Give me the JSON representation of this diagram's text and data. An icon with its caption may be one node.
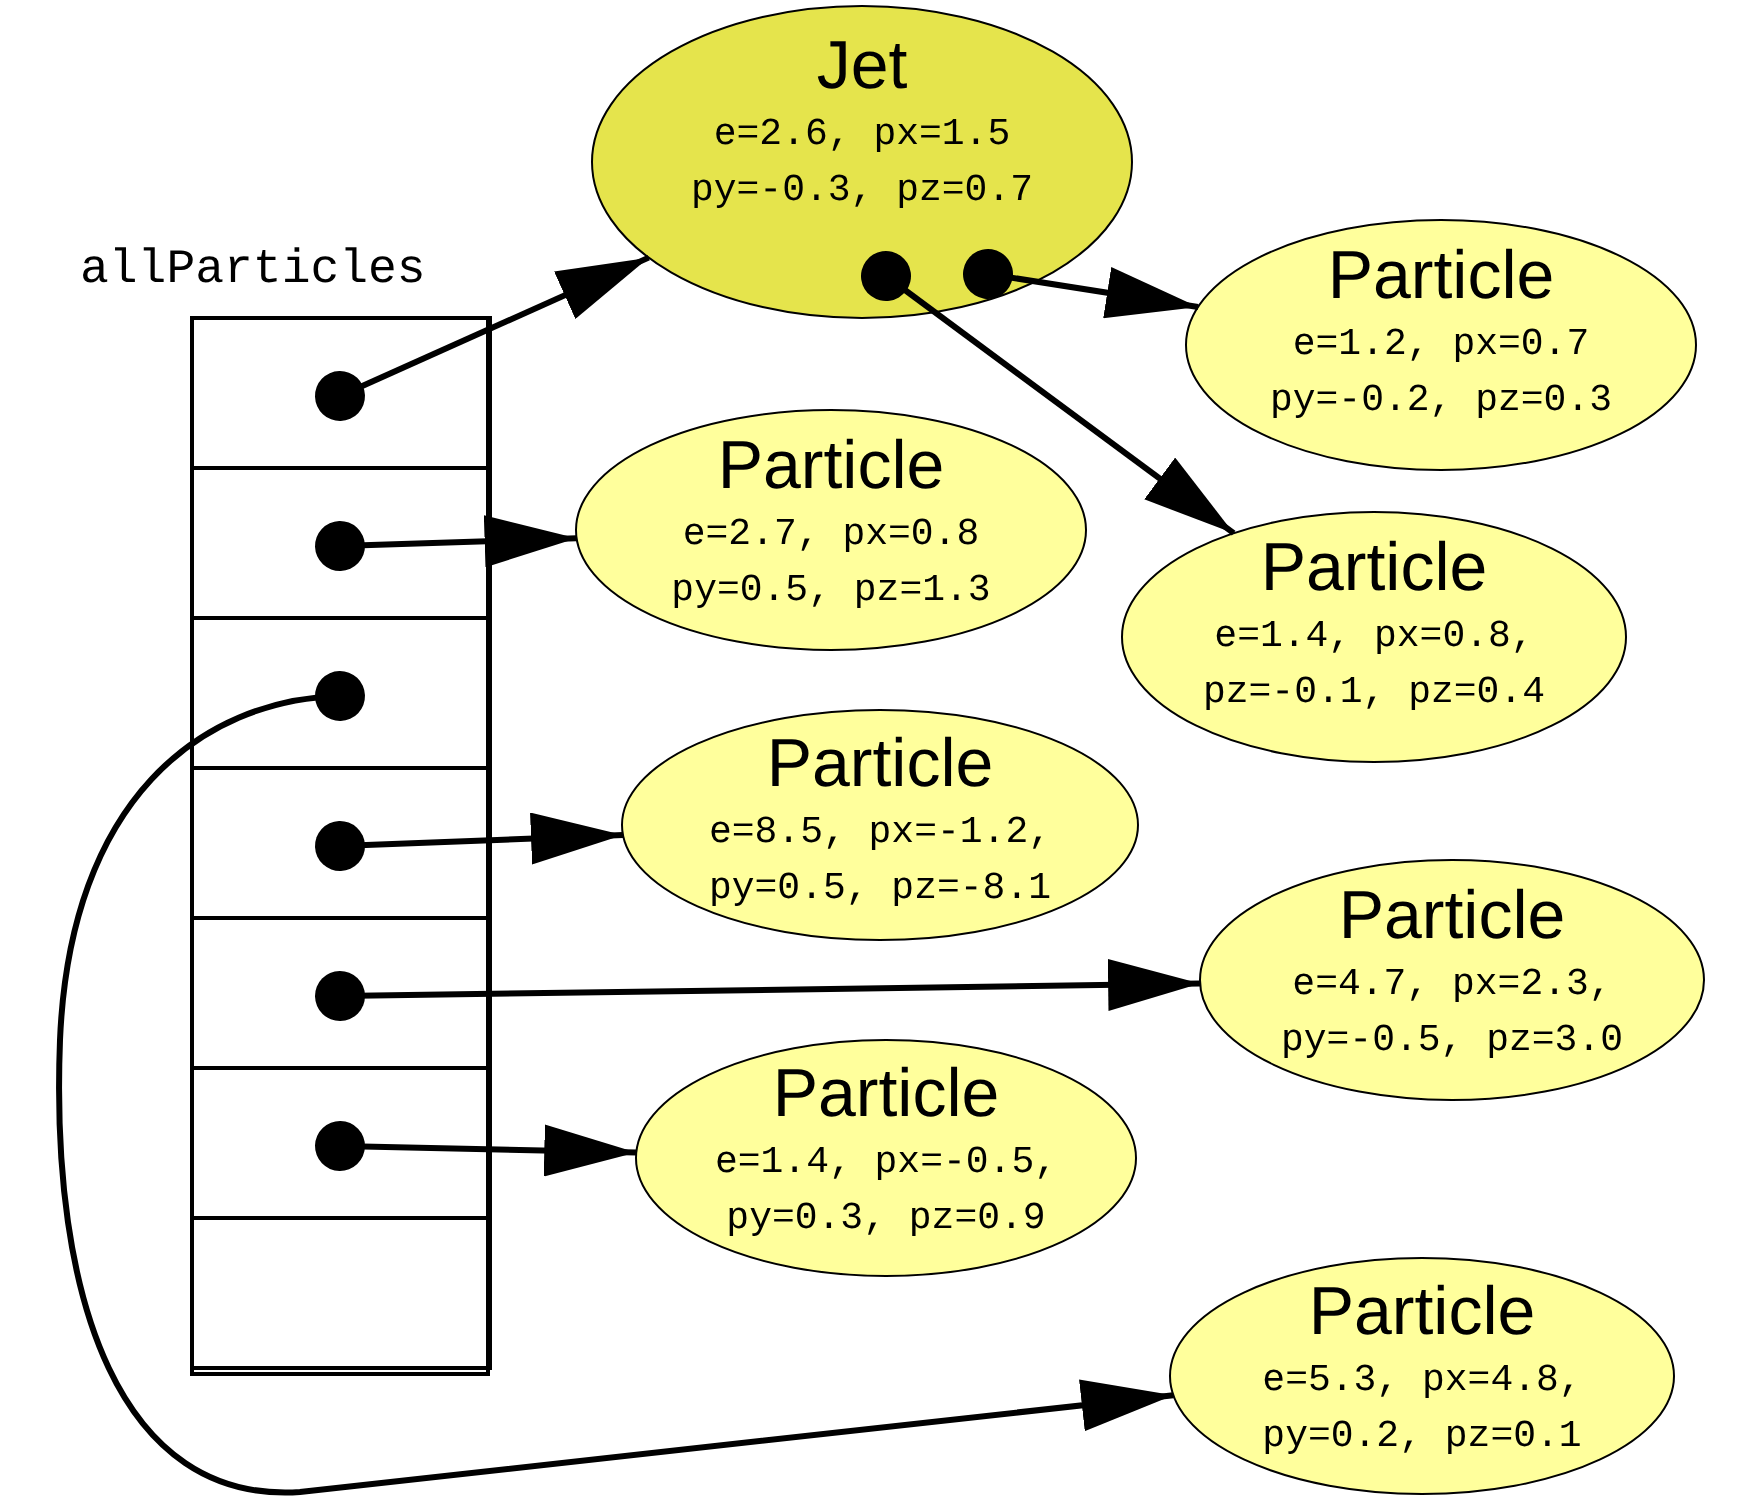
{
  "diagram": {
    "nodes": [
      {
        "text": [
          "allParticles"
        ]
      },
      {
        "text": [],
        "shape": "box",
        "in": 0
      },
      {
        "text": [],
        "shape": "box",
        "in": 0
      },
      {
        "text": [],
        "shape": "box",
        "in": 0
      },
      {
        "text": [],
        "shape": "box",
        "in": 0
      },
      {
        "text": [],
        "shape": "box",
        "in": 0
      },
      {
        "text": [],
        "shape": "box",
        "in": 0
      },
      {
        "text": [],
        "shape": "box",
        "in": 0
      },
      {
        "text": [
          "Jet",
          "e=2.6, px=1.5 py=-0.3, pz=0.7"
        ]
      },
      {
        "text": [
          "Particle",
          "e=1.2, px=0.7 py=-0.2, pz=0.3"
        ]
      },
      {
        "text": [
          "Particle",
          "e=2.7, px=0.8 py=0.5, pz=1.3"
        ]
      },
      {
        "text": [
          "Particle",
          "e=1.4, px=0.8, pz=-0.1, pz=0.4"
        ]
      },
      {
        "text": [
          "Particle",
          "e=8.5, px=-1.2, py=0.5, pz=-8.1"
        ]
      },
      {
        "text": [
          "Particle",
          "e=4.7, px=2.3, py=-0.5, pz=3.0"
        ]
      },
      {
        "text": [
          "Particle",
          "e=1.4, px=-0.5, py=0.3, pz=0.9"
        ]
      },
      {
        "text": [
          "Particle",
          "e=5.3, px=4.8, py=0.2, pz=0.1"
        ]
      }
    ],
    "edges": [
      {
        "from": 1,
        "to": 8,
        "arrow": "to"
      },
      {
        "from": 2,
        "to": 10,
        "arrow": "to"
      },
      {
        "from": 3,
        "to": 15,
        "arrow": "to"
      },
      {
        "from": 4,
        "to": 12,
        "arrow": "to"
      },
      {
        "from": 5,
        "to": 13,
        "arrow": "to"
      },
      {
        "from": 6,
        "to": 14,
        "arrow": "to"
      },
      {
        "from": 8,
        "to": 9,
        "arrow": "to"
      },
      {
        "from": 8,
        "to": 11,
        "arrow": "to"
      }
    ]
  }
}
